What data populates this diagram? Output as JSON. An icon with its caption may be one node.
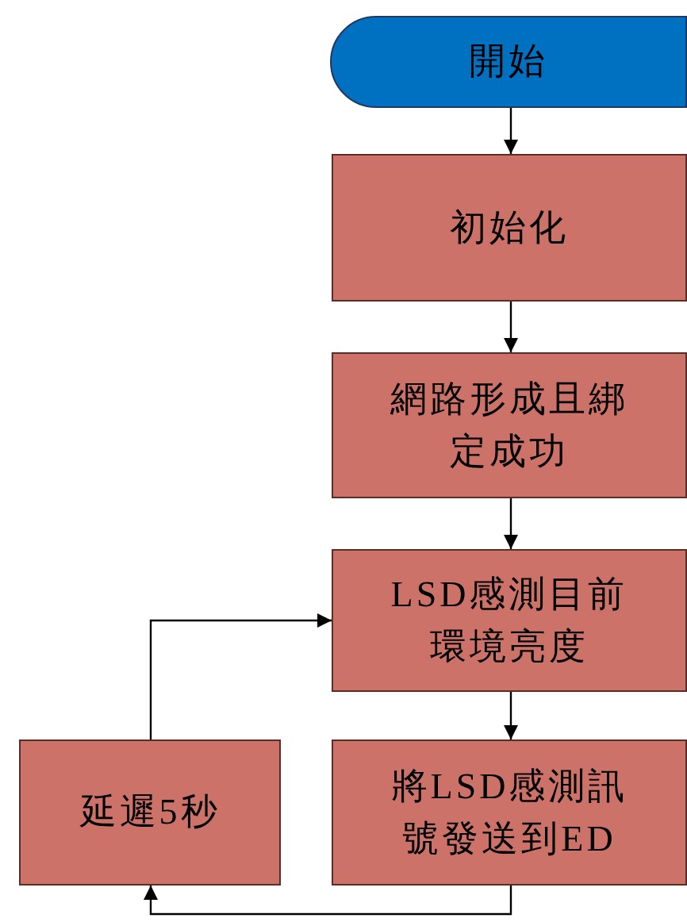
{
  "diagram": {
    "nodes": [
      {
        "text": [
          "開始"
        ]
      },
      {
        "text": [
          "初始化"
        ]
      },
      {
        "text": [
          "網路形成且綁定成功"
        ]
      },
      {
        "text": [
          "LSD感測目前環境亮度"
        ]
      },
      {
        "text": [
          "將LSD感測訊號發送到ED"
        ]
      },
      {
        "text": [
          "延遲5秒"
        ]
      }
    ],
    "edges": [
      {
        "from": 0,
        "to": 1,
        "arrow": "to"
      },
      {
        "from": 1,
        "to": 2,
        "arrow": "to"
      },
      {
        "from": 2,
        "to": 3,
        "arrow": "to"
      },
      {
        "from": 3,
        "to": 4,
        "arrow": "to"
      },
      {
        "from": 4,
        "to": 5,
        "arrow": "to"
      },
      {
        "from": 5,
        "to": 3,
        "arrow": "to"
      }
    ]
  }
}
